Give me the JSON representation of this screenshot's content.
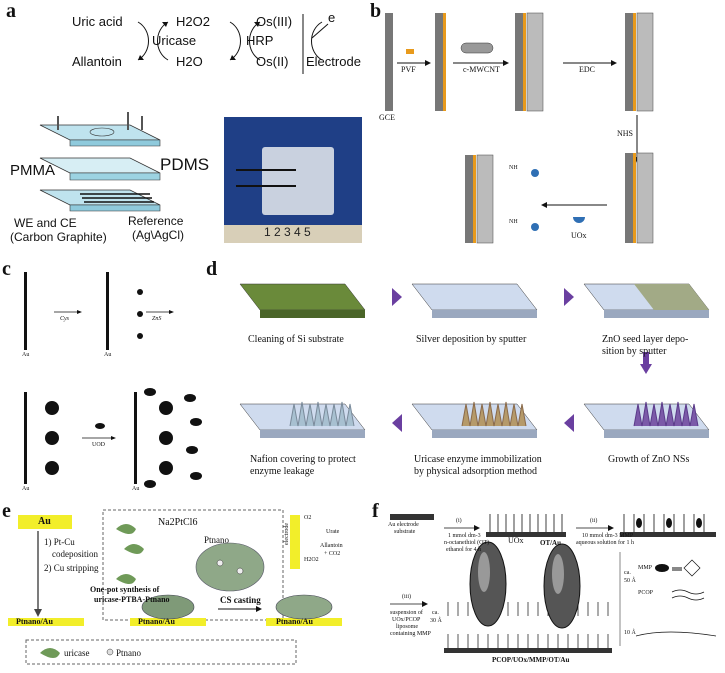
{
  "panels": {
    "a": {
      "label": "a",
      "scheme": {
        "uric_acid": "Uric acid",
        "allantoin": "Allantoin",
        "uricase": "Uricase",
        "h2o2": "H2O2",
        "h2o": "H2O",
        "hrp": "HRP",
        "os3": "Os(III)",
        "os2": "Os(II)",
        "electron": "e",
        "electrode": "Electrode"
      },
      "device": {
        "pmma": "PMMA",
        "pdms": "PDMS",
        "we_ce": "WE and CE",
        "carbon": "(Carbon Graphite)",
        "reference": "Reference",
        "agagcl": "(Ag\\AgCl)"
      },
      "photo_ruler": "1 2 3 4 5"
    },
    "b": {
      "label": "b",
      "gce": "GCE",
      "pvf": "PVF",
      "cmwcnt": "c-MWCNT",
      "edc": "EDC",
      "nhs": "NHS",
      "uox": "UOx",
      "nh": "NH"
    },
    "c": {
      "label": "c",
      "cys": "Cys",
      "zns": "ZnS",
      "uod": "UOD",
      "au": "Au"
    },
    "d": {
      "label": "d",
      "steps": [
        "Cleaning of Si substrate",
        "Silver deposition by sputter",
        "ZnO seed layer depo-",
        "sition by sputter",
        "Growth of ZnO NSs",
        "Uricase enzyme immobilization",
        "by physical adsorption method",
        "Nafion covering to protect",
        "enzyme leakage"
      ]
    },
    "e": {
      "label": "e",
      "au": "Au",
      "step1": "1) Pt-Cu",
      "step1b": "codeposition",
      "step2": "2) Cu stripping",
      "reagent": "Na2PtCl6",
      "ptnano": "Ptnano",
      "onepot1": "One-pot synthesis of",
      "onepot2": "uricase-PTBA-Ptnano",
      "cs": "CS casting",
      "ptau": "Ptnano/Au",
      "electrode": "electrode",
      "o2": "O2",
      "h2o2": "H2O2",
      "urate": "Urate",
      "allantoin": "Allantoin",
      "co2": "+ CO2",
      "legend_uricase": "uricase",
      "legend_pt": "Ptnano"
    },
    "f": {
      "label": "f",
      "au_sub1": "Au electrode",
      "au_sub2": "substrate",
      "step_i": "(i)",
      "i_text1": "1 mmol dm-3",
      "i_text2": "n-octanethiol (OT)",
      "i_text3": "ethanol for 4 h",
      "ot_au": "OT/Au",
      "step_ii": "(ii)",
      "ii_text1": "10 mmol dm-3 MMP",
      "ii_text2": "aqueous solution for 1 h",
      "step_iii": "(iii)",
      "iii_text1": "suspension of",
      "iii_text2": "UOx/PCOP",
      "iii_text3": "liposome",
      "iii_text4": "containing MMP",
      "uox": "UOx",
      "ca30": "ca.",
      "a30": "30 Å",
      "ca50": "ca.",
      "a50": "50 Å",
      "a10": "10 Å",
      "mmp": "MMP",
      "pcop": "PCOP",
      "final": "PCOP/UOx/MMP/OT/Au"
    }
  }
}
